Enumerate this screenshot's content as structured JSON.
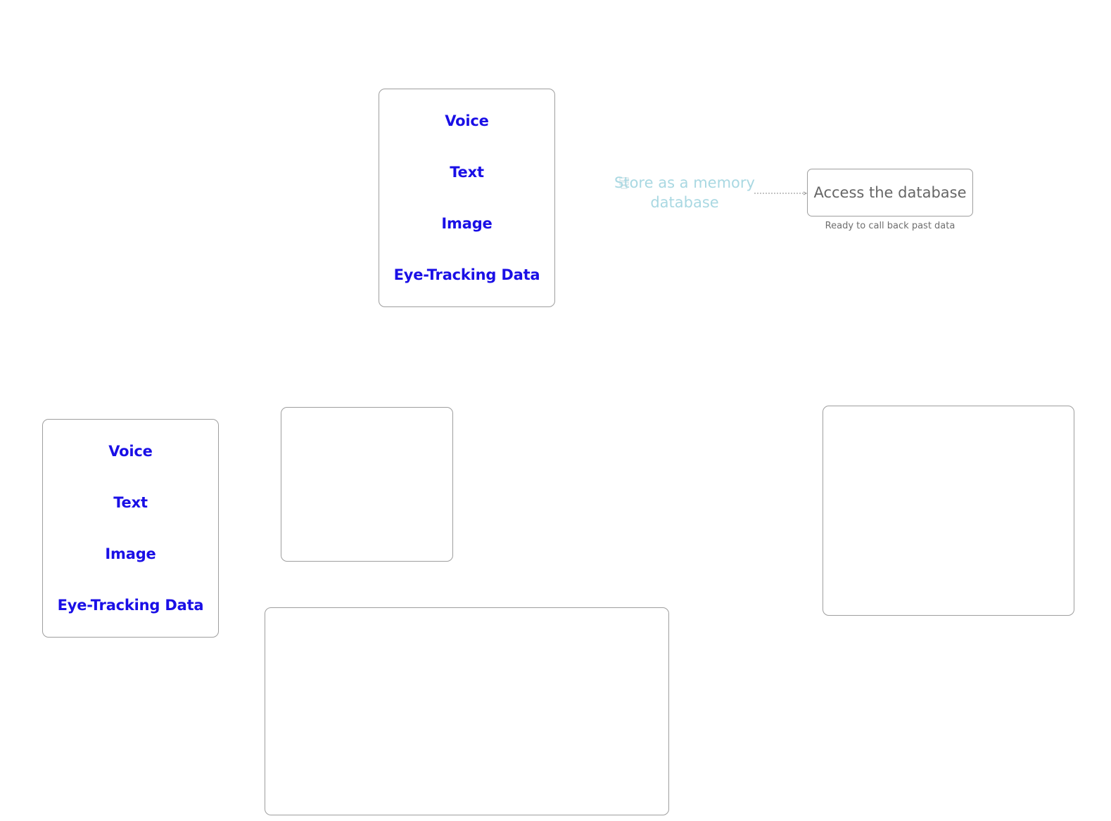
{
  "top_card": {
    "items": [
      "Voice",
      "Text",
      "Image",
      "Eye-Tracking Data"
    ]
  },
  "left_card": {
    "items": [
      "Voice",
      "Text",
      "Image",
      "Eye-Tracking Data"
    ]
  },
  "store": {
    "label": "Store as a memory database",
    "icon": "database-icon",
    "color": "#a9d8e2"
  },
  "access": {
    "label": "Access the database",
    "caption": "Ready to call back past data"
  },
  "colors": {
    "input_text": "#1a0fe6",
    "border": "#9e9e9e"
  }
}
